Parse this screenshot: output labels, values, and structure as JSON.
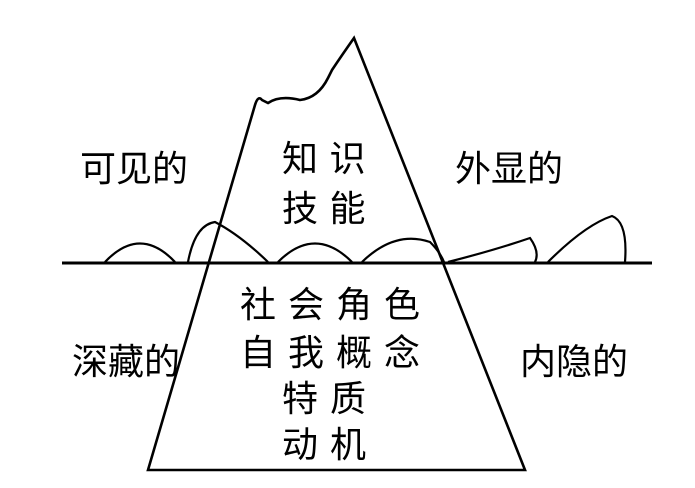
{
  "diagram": {
    "above_left": "可见的",
    "above_right": "外显的",
    "below_left": "深藏的",
    "below_right": "内隐的",
    "tip": [
      "知 识",
      "技 能"
    ],
    "base": [
      "社会角色",
      "自我概念",
      "特质",
      "动机"
    ]
  }
}
